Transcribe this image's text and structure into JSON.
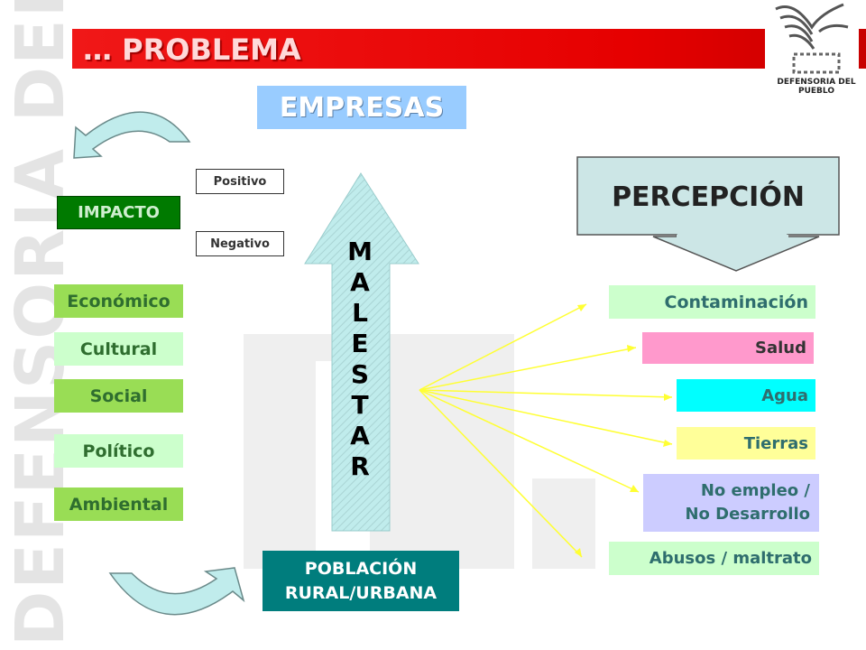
{
  "watermark": "DEFENSORIA DEL PUEBLO",
  "title": "… PROBLEMA",
  "logo_text": "DEFENSORIA DEL PUEBLO",
  "empresas": "EMPRESAS",
  "impacto": "IMPACTO",
  "positivo": "Positivo",
  "negativo": "Negativo",
  "impact_items": [
    "Económico",
    "Cultural",
    "Social",
    "Político",
    "Ambiental"
  ],
  "malestar_letters": [
    "M",
    "A",
    "L",
    "E",
    "S",
    "T",
    "A",
    "R"
  ],
  "percepcion": "PERCEPCIÓN",
  "perception_items": [
    "Contaminación",
    "Salud",
    "Agua",
    "Tierras",
    "No empleo /",
    "No Desarrollo",
    "Abusos / maltrato"
  ],
  "poblacion_line1": "POBLACIÓN",
  "poblacion_line2": "RURAL/URBANA",
  "colors": {
    "title_bar": "#e60000",
    "empresas": "#99ccff",
    "impacto": "#007a00",
    "impact_item": "#99dd55",
    "poblacion": "#007d7d",
    "contaminacion": "#ccffcc",
    "salud": "#ff99cc",
    "agua": "#00ffff",
    "tierras": "#ffff99",
    "no_empleo": "#ccccff",
    "abusos": "#ccffcc",
    "arrow_fill": "#c0ecec",
    "rays": "#ffff33"
  }
}
